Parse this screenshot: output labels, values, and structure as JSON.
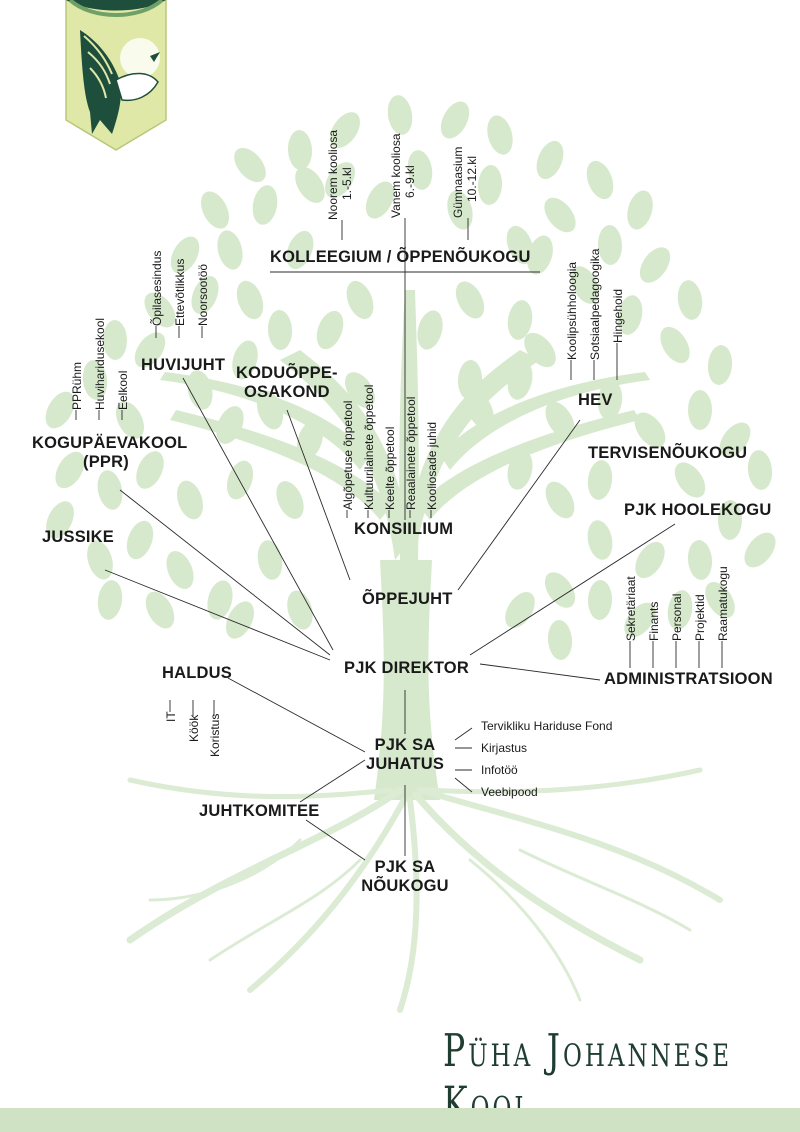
{
  "school_name": "Püha Johannese Kool",
  "colors": {
    "tree": "#d7e9cd",
    "roots": "#dcebd3",
    "lines": "#2b2b2b",
    "shield_bg": "#dfe8a6",
    "shield_dark": "#1e4f3c",
    "footer": "#cfe3c4"
  },
  "nodes": {
    "kolleegium": "KOLLEEGIUM / ÕPPENÕUKOGU",
    "huvijuht": "HUVIJUHT",
    "koduoppe_1": "KODUÕPPE-",
    "koduoppe_2": "OSAKOND",
    "kogupaeva_1": "KOGUPÄEVAKOOL",
    "kogupaeva_2": "(PPR)",
    "jussike": "JUSSIKE",
    "konsiilium": "KONSIILIUM",
    "oppejuht": "ÕPPEJUHT",
    "direktor": "PJK DIREKTOR",
    "haldus": "HALDUS",
    "juhatus_1": "PJK SA",
    "juhatus_2": "JUHATUS",
    "juhtkomitee": "JUHTKOMITEE",
    "noukogu_1": "PJK SA",
    "noukogu_2": "NÕUKOGU",
    "hev": "HEV",
    "tervisenoukogu": "TERVISENÕUKOGU",
    "hoolekogu": "PJK HOOLEKOGU",
    "administratsioon": "ADMINISTRATSIOON"
  },
  "school_parts": [
    {
      "line1": "Noorem kooliosa",
      "line2": "1.-5.kl"
    },
    {
      "line1": "Vanem kooliosa",
      "line2": "6.-9.kl"
    },
    {
      "line1": "Gümnaasium",
      "line2": "10.-12.kl"
    }
  ],
  "huvijuht_sub": [
    "Õpilasesindus",
    "Ettevõtlikkus",
    "Noorsootöö"
  ],
  "kogupaeva_sub": [
    "PPRühm",
    "Huviharidusekool",
    "Eelkool"
  ],
  "konsiilium_sub": [
    "Algõpetuse õppetool",
    "Kultuurilainete õppetool",
    "Keelte õppetool",
    "Reaalainete õppetool",
    "Kooliosade juhid"
  ],
  "hev_sub": [
    "Koolipsühholoogia",
    "Sotsiaalpedagoogika",
    "Hingehoid"
  ],
  "admin_sub": [
    "Sekretäriaat",
    "Finants",
    "Personal",
    "Projektid",
    "Raamatukogu"
  ],
  "haldus_sub": [
    "IT",
    "Köök",
    "Koristus"
  ],
  "juhatus_sub": [
    "Tervikliku Hariduse Fond",
    "Kirjastus",
    "Infotöö",
    "Veebipood"
  ]
}
